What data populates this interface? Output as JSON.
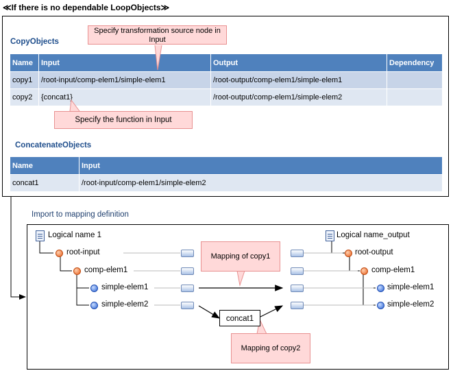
{
  "page_title": "≪If there is no dependable LoopObjects≫",
  "copy_objects": {
    "title": "CopyObjects",
    "headers": [
      "Name",
      "Input",
      "Output",
      "Dependency"
    ],
    "rows": [
      [
        "copy1",
        "/root-input/comp-elem1/simple-elem1",
        "/root-output/comp-elem1/simple-elem1",
        ""
      ],
      [
        "copy2",
        "{concat1}",
        "/root-output/comp-elem1/simple-elem2",
        ""
      ]
    ]
  },
  "concatenate_objects": {
    "title": "ConcatenateObjects",
    "headers": [
      "Name",
      "Input"
    ],
    "rows": [
      [
        "concat1",
        "/root-input/comp-elem1/simple-elem2"
      ]
    ]
  },
  "callouts": {
    "source_node": "Specify transformation source node in Input",
    "function_input": "Specify the function in Input",
    "mapping_copy1": "Mapping of copy1",
    "mapping_copy2": "Mapping of copy2"
  },
  "import_label": "Import to mapping definition",
  "mapping": {
    "left_title": "Logical name 1",
    "right_title": "Logical name_output",
    "left_nodes": {
      "root": "root-input",
      "comp": "comp-elem1",
      "simple1": "simple-elem1",
      "simple2": "simple-elem2"
    },
    "right_nodes": {
      "root": "root-output",
      "comp": "comp-elem1",
      "simple1": "simple-elem1",
      "simple2": "simple-elem2"
    },
    "function_box": "concat1"
  },
  "colors": {
    "header_blue": "#4f81bd",
    "title_blue": "#1f4e8c",
    "callout_fill": "#ffd9d9",
    "callout_border": "#e89090"
  }
}
